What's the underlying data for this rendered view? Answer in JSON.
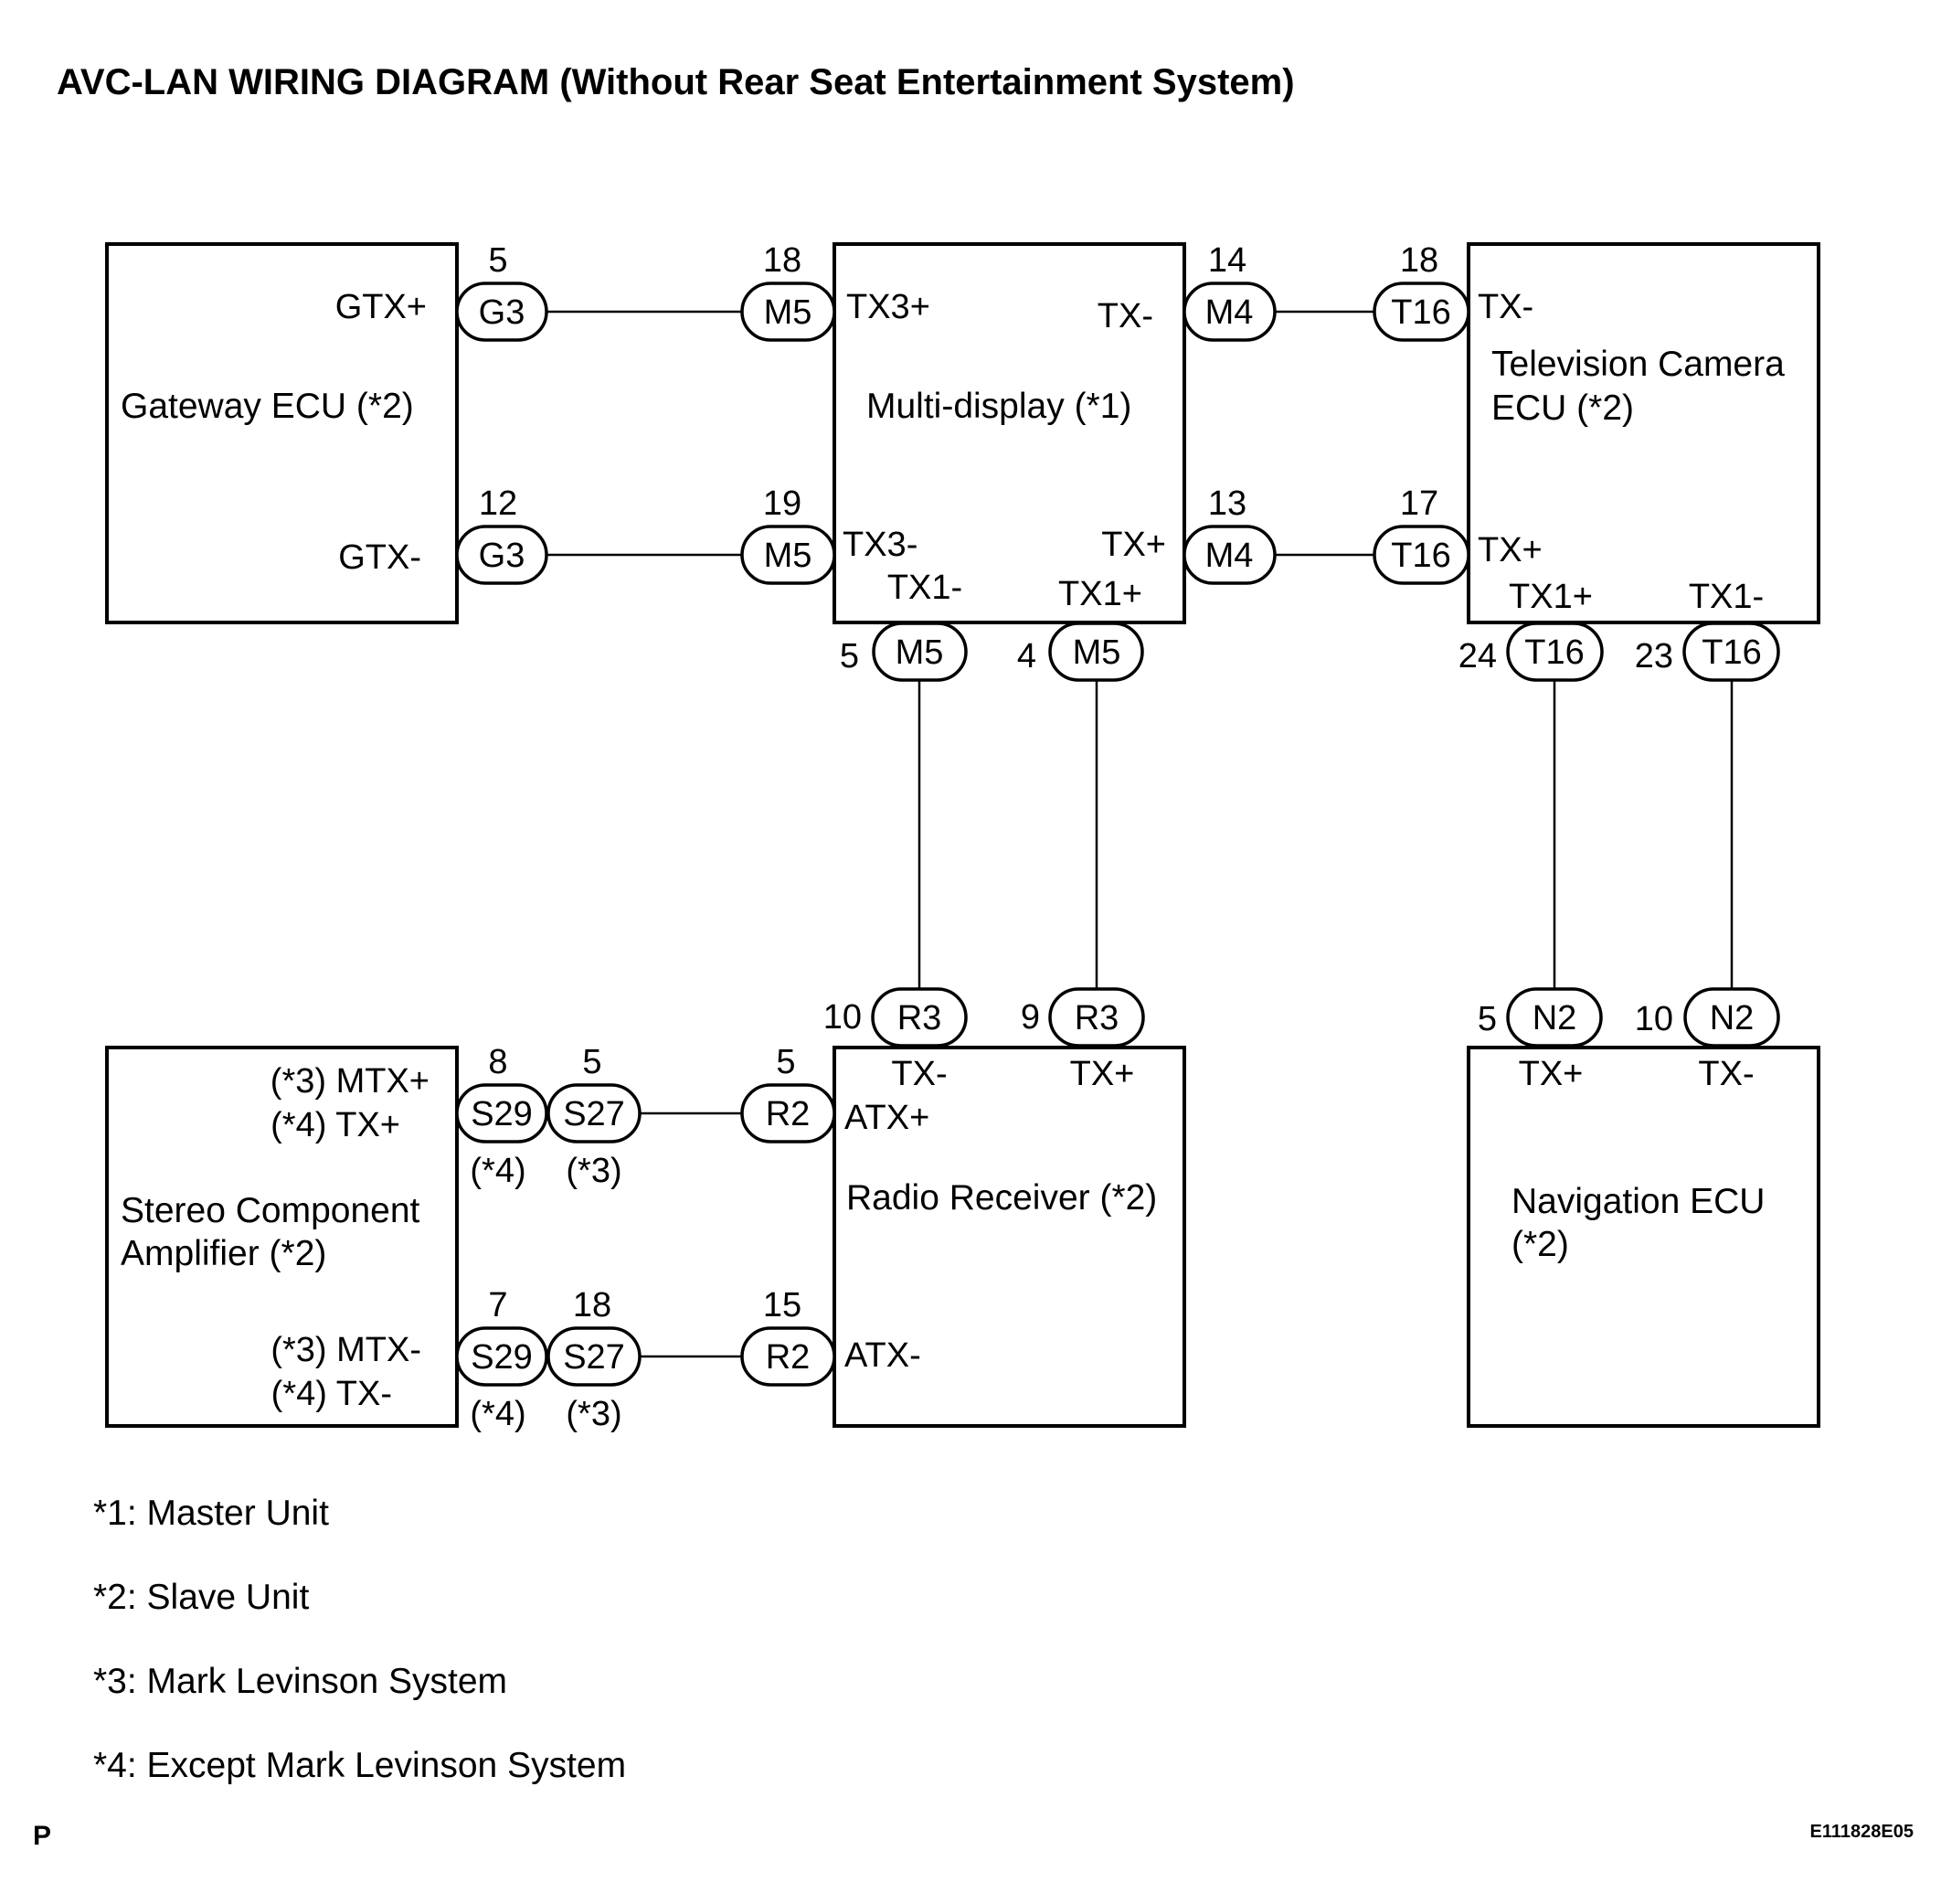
{
  "title": "AVC-LAN WIRING DIAGRAM (Without Rear Seat Entertainment System)",
  "units": {
    "gateway": "Gateway ECU (*2)",
    "multi": "Multi-display (*1)",
    "tv_l1": "Television Camera",
    "tv_l2": "ECU (*2)",
    "amp_l1": "Stereo Component",
    "amp_l2": "Amplifier (*2)",
    "radio": "Radio Receiver (*2)",
    "nav_l1": "Navigation ECU",
    "nav_l2": "(*2)"
  },
  "signals": {
    "gtx_plus": "GTX+",
    "gtx_minus": "GTX-",
    "tx3_plus": "TX3+",
    "tx3_minus": "TX3-",
    "md_tx_minus": "TX-",
    "md_tx_plus": "TX+",
    "md_tx1_minus": "TX1-",
    "md_tx1_plus": "TX1+",
    "tv_tx_minus": "TX-",
    "tv_tx_plus": "TX+",
    "tv_tx1_plus": "TX1+",
    "tv_tx1_minus": "TX1-",
    "amp_mtx_plus": "(*3) MTX+",
    "amp_tx_plus": "(*4) TX+",
    "amp_mtx_minus": "(*3) MTX-",
    "amp_tx_minus": "(*4) TX-",
    "rr_tx_minus": "TX-",
    "rr_tx_plus": "TX+",
    "rr_atx_plus": "ATX+",
    "rr_atx_minus": "ATX-",
    "nav_tx_plus": "TX+",
    "nav_tx_minus": "TX-"
  },
  "connectors": {
    "g3_top": "G3",
    "g3_bot": "G3",
    "m5_top": "M5",
    "m5_mid": "M5",
    "m5_b1": "M5",
    "m5_b2": "M5",
    "m4_top": "M4",
    "m4_bot": "M4",
    "t16_top": "T16",
    "t16_mid": "T16",
    "t16_b1": "T16",
    "t16_b2": "T16",
    "r3_a": "R3",
    "r3_b": "R3",
    "n2_a": "N2",
    "n2_b": "N2",
    "s29_top": "S29",
    "s27_top": "S27",
    "s29_bot": "S29",
    "s27_bot": "S27",
    "r2_top": "R2",
    "r2_bot": "R2"
  },
  "pins": {
    "g3_top": "5",
    "g3_bot": "12",
    "m5_top": "18",
    "m5_mid": "19",
    "m5_b1": "5",
    "m5_b2": "4",
    "m4_top": "14",
    "m4_bot": "13",
    "t16_top": "18",
    "t16_mid": "17",
    "t16_b1": "24",
    "t16_b2": "23",
    "r3_a": "10",
    "r3_b": "9",
    "n2_a": "5",
    "n2_b": "10",
    "s29_top": "8",
    "s27_top": "5",
    "s29_bot": "7",
    "s27_bot": "18",
    "r2_top": "5",
    "r2_bot": "15"
  },
  "variants": {
    "s29_top": "(*4)",
    "s27_top": "(*3)",
    "s29_bot": "(*4)",
    "s27_bot": "(*3)"
  },
  "notes": [
    "*1: Master Unit",
    "*2: Slave Unit",
    "*3: Mark Levinson System",
    "*4: Except Mark Levinson System"
  ],
  "corner_letter": "P",
  "figure_code": "E111828E05"
}
